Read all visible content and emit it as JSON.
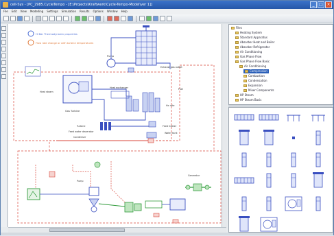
{
  "app": {
    "title": "cell-Sys - [PC_2985.CycleTempo - [E:\\Projects\\Kraftwerk\\Cycle-Tempo-Model\\ver 1]]",
    "window_buttons": [
      "_",
      "□",
      "×"
    ]
  },
  "menu": [
    "File",
    "Edit",
    "View",
    "Modelling",
    "Settings",
    "Simulation",
    "Results",
    "Options",
    "Window",
    "Help"
  ],
  "toolbar": {
    "icons": [
      "new-icon",
      "open-icon",
      "save-icon",
      "print-icon",
      "cut-icon",
      "copy-icon",
      "paste-icon",
      "undo-icon",
      "redo-icon",
      "zoom-in-icon",
      "zoom-out-icon",
      "pointer-icon",
      "connect-icon",
      "run-icon",
      "stop-icon",
      "calc-icon",
      "results-icon",
      "table-icon",
      "chart-icon",
      "help-icon",
      "grid-icon",
      "align-icon"
    ]
  },
  "diagram": {
    "legend": [
      {
        "label": "Hi Bar Thermodynamic properties",
        "color": "#4a6cd4"
      },
      {
        "label": "Flow rate change or with turbine temperatures",
        "color": "#e07a3a"
      }
    ],
    "labels": {
      "gas_turbine": "Gas Turbine",
      "pump": "Pump",
      "heat_exchanger": "Heat exchanger",
      "hx_rate": "Hx rate",
      "condenser": "Condenser",
      "feed_heater": "Feed heater",
      "deaerator": "Feed water deaerator",
      "water_tank": "Water tank",
      "turbine_note": "Turbine",
      "pump_note": "Pump",
      "exhaust": "Exhaust gas outlet",
      "fuel": "Fuel",
      "gen": "Generator",
      "heat_steam": "Heat steam"
    }
  },
  "tree": {
    "items": [
      {
        "label": "Files",
        "depth": 0
      },
      {
        "label": "Heating System",
        "depth": 1
      },
      {
        "label": "Standard Apparatus",
        "depth": 1
      },
      {
        "label": "Absorber Heat and Boiler",
        "depth": 1
      },
      {
        "label": "Absorber Refrigerator",
        "depth": 1
      },
      {
        "label": "Air Conditioning",
        "depth": 1
      },
      {
        "label": "Gas Phase Flow",
        "depth": 1
      },
      {
        "label": "Gas Phase Flow Basic",
        "depth": 1
      },
      {
        "label": "Air Conditioning",
        "depth": 2
      },
      {
        "label": "Compression",
        "depth": 3,
        "selected": true
      },
      {
        "label": "Combustion",
        "depth": 3
      },
      {
        "label": "Condensation",
        "depth": 3
      },
      {
        "label": "Expansion",
        "depth": 3
      },
      {
        "label": "Mixer Components",
        "depth": 3
      },
      {
        "label": "HP Steam",
        "depth": 1
      },
      {
        "label": "HP Steam Basic",
        "depth": 1
      }
    ]
  },
  "palette": {
    "icons": [
      "heat-exchanger-icon",
      "heat-exchanger-icon",
      "turbine-icon",
      "pipe-split-icon",
      "valve-tower-icon",
      "boiler-icon",
      "small-fitting-icon",
      "column-icon",
      "column-icon",
      "column-icon",
      "column-icon",
      "column-icon",
      "manifold-icon",
      "column-icon",
      "column-icon",
      "tank-icon",
      "column-icon",
      "column-icon",
      "coil-tank-icon",
      "column-icon",
      "drum-icon",
      "cooling-tower-icon"
    ]
  },
  "colors": {
    "title_bar": "#2657a8",
    "blue_flow": "#3a4fc0",
    "red_flow": "#d9463a",
    "green_flow": "#2f9a3a",
    "selected": "#2b5fb8"
  }
}
